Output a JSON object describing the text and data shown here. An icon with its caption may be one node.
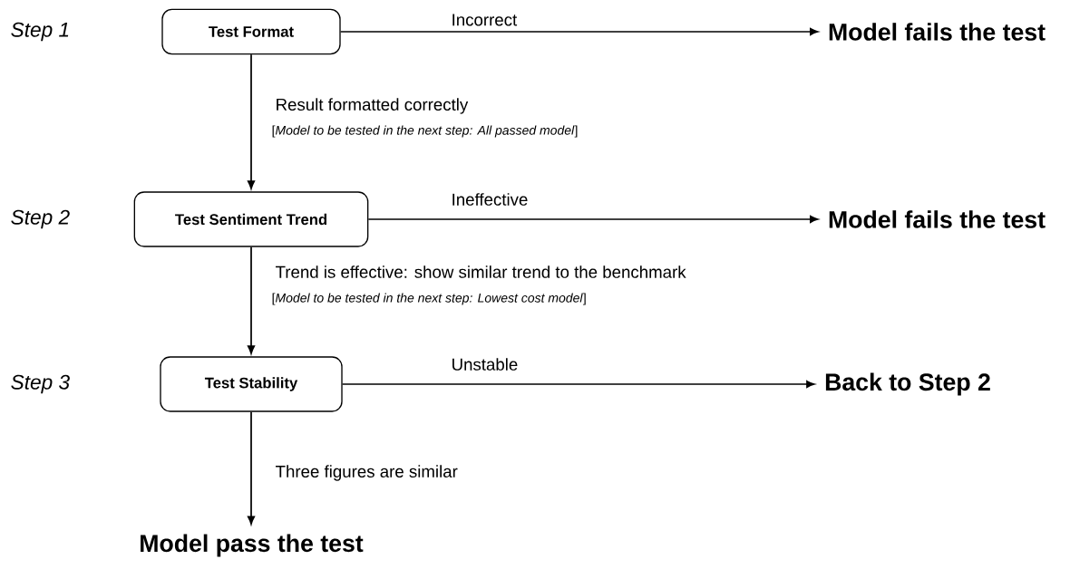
{
  "diagram": {
    "nodes": [
      {
        "text": [
          "Test Format"
        ]
      },
      {
        "text": [
          "Model fails the test"
        ]
      },
      {
        "text": [
          "Test Sentiment Trend"
        ]
      },
      {
        "text": [
          "Model fails the test"
        ]
      },
      {
        "text": [
          "Test Stability"
        ]
      },
      {
        "text": [
          "Back to Step 2"
        ]
      },
      {
        "text": [
          "Model pass the test"
        ]
      }
    ],
    "edges": [
      {
        "from": 0,
        "to": 1,
        "arrow": "to",
        "label": "Incorrect"
      },
      {
        "from": 0,
        "to": 2,
        "arrow": "to",
        "label": "Result formatted correctly"
      },
      {
        "from": 2,
        "to": 3,
        "arrow": "to",
        "label": "Ineffective"
      },
      {
        "from": 2,
        "to": 4,
        "arrow": "to",
        "label": "Trend is effective: show similar trend to the benchmark"
      },
      {
        "from": 4,
        "to": 5,
        "arrow": "to",
        "label": "Unstable"
      },
      {
        "from": 4,
        "to": 6,
        "arrow": "to",
        "label": "Three figures are similar"
      }
    ],
    "labels": [
      "Step 1",
      "[*Model to be tested in the next step: All passed model*]",
      "Step 2",
      "[*Model to be tested in the next step: Lowest cost model*]",
      "Step 3"
    ]
  }
}
